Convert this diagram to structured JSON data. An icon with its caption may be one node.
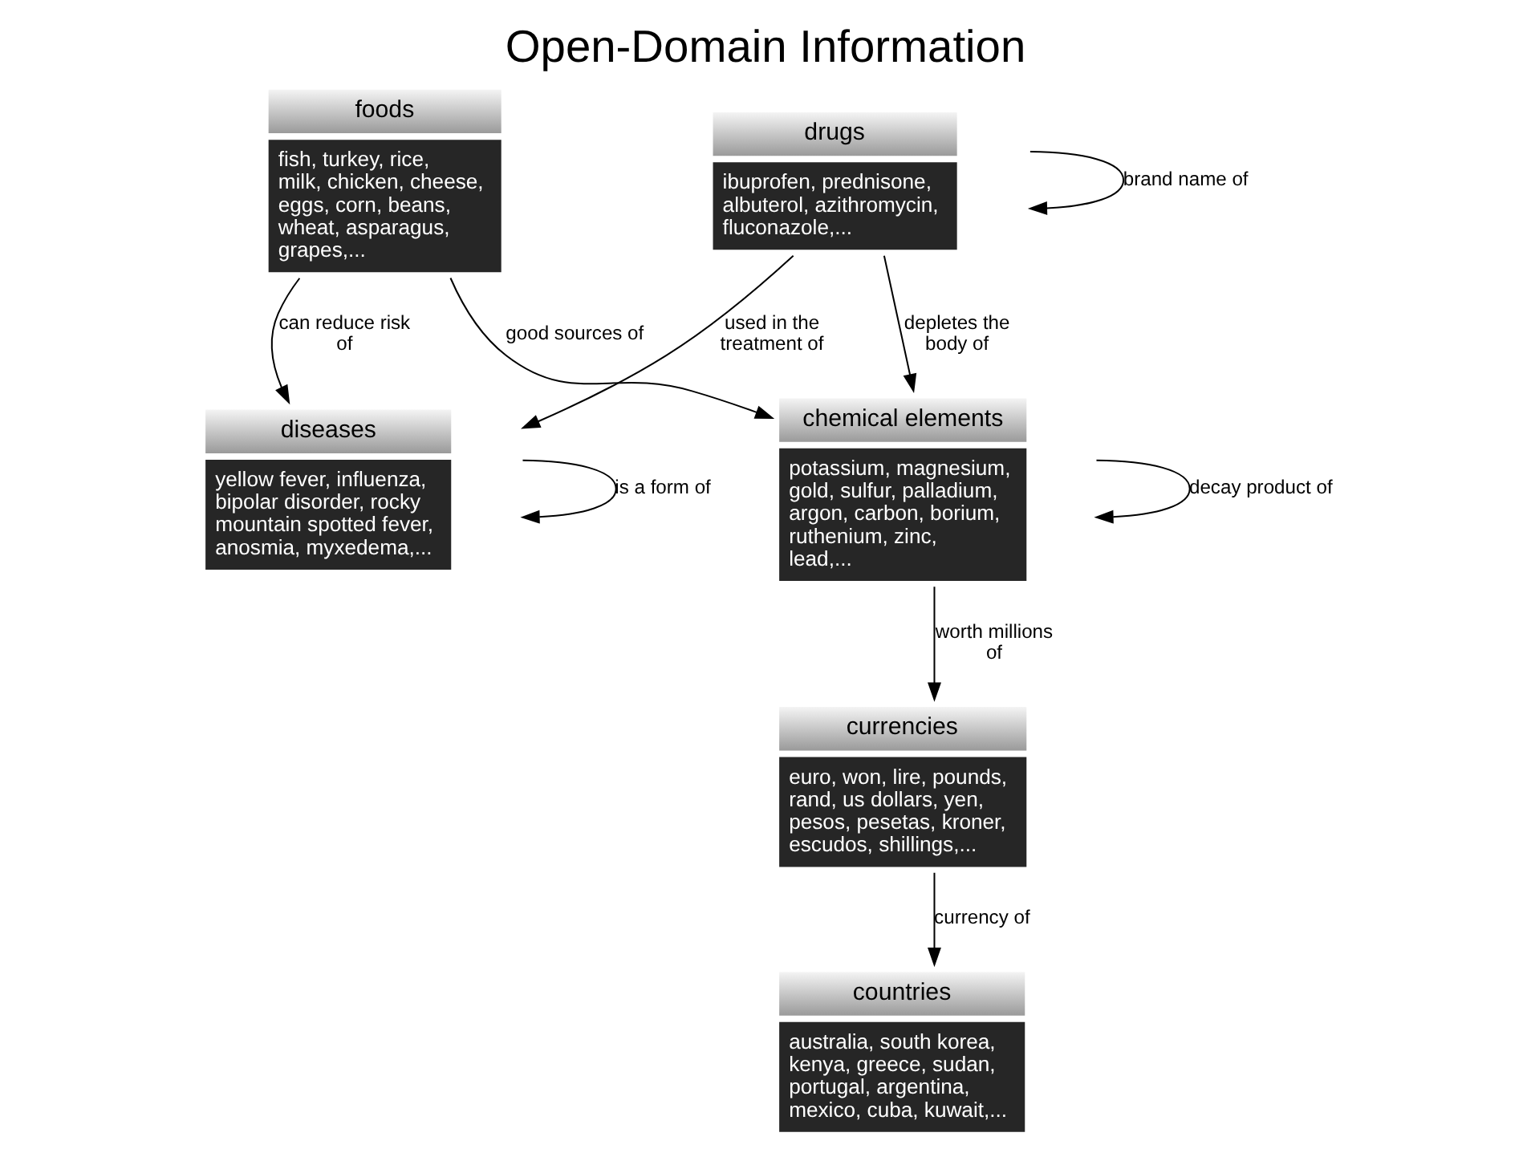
{
  "diagram": {
    "title": "Open-Domain Information",
    "nodes": [
      {
        "text": [
          "diseases",
          "yellow fever, influenza, bipolar disorder, rocky mountain spotted fever, anosmia, myxedema,..."
        ]
      },
      {
        "text": [
          "foods",
          "fish, turkey, rice, milk, chicken, cheese, eggs, corn, beans, wheat, asparagus, grapes,..."
        ]
      },
      {
        "text": [
          "chemical elements",
          "potassium, magnesium, gold, sulfur, palladium, argon, carbon, borium, ruthenium, zinc, lead,..."
        ]
      },
      {
        "text": [
          "currencies",
          "euro, won, lire, pounds, rand, us dollars, yen, pesos, pesetas, kroner, escudos, shillings,..."
        ]
      },
      {
        "text": [
          "drugs",
          "ibuprofen, prednisone, albuterol, azithromycin, fluconazole,..."
        ]
      },
      {
        "text": [
          "countries",
          "australia, south korea, kenya, greece, sudan, portugal, argentina, mexico, cuba, kuwait,..."
        ]
      }
    ],
    "edges": [
      {
        "from": 1,
        "to": 0,
        "arrow": "to",
        "label": "can reduce risk of"
      },
      {
        "from": 0,
        "to": 0,
        "arrow": "to",
        "label": "is a form of"
      },
      {
        "from": 1,
        "to": 2,
        "arrow": "to",
        "label": "good sources of"
      },
      {
        "from": 2,
        "to": 2,
        "arrow": "to",
        "label": "decay product of"
      },
      {
        "from": 2,
        "to": 3,
        "arrow": "to",
        "label": "worth millions of"
      },
      {
        "from": 3,
        "to": 5,
        "arrow": "to",
        "label": "currency of"
      },
      {
        "from": 4,
        "to": 0,
        "arrow": "to",
        "label": "used in the treatment of"
      },
      {
        "from": 4,
        "to": 2,
        "arrow": "to",
        "label": "depletes the body of"
      },
      {
        "from": 4,
        "to": 4,
        "arrow": "to",
        "label": "brand name of"
      }
    ]
  }
}
